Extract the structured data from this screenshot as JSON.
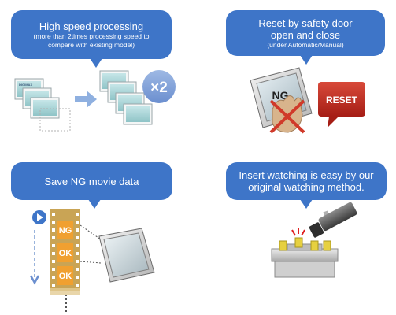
{
  "panels": {
    "high_speed": {
      "title": "High speed processing",
      "subtitle": "(more than 2times processing speed to compare with existing model)",
      "multiplier": "×2",
      "screen_label": "DIGIMAX"
    },
    "reset": {
      "title": "Reset by safety door open and close",
      "subtitle": "(under Automatic/Manual)",
      "ng_label": "NG",
      "reset_label": "RESET"
    },
    "save_ng": {
      "title": "Save NG movie data",
      "frames": [
        "NG",
        "OK",
        "OK"
      ]
    },
    "insert_watching": {
      "title": "Insert watching is easy by our original watching method."
    }
  },
  "colors": {
    "bubble": "#3e75c8",
    "film": "#c9a455",
    "frame_label": "#f0a030",
    "reset": "#c42c20"
  }
}
